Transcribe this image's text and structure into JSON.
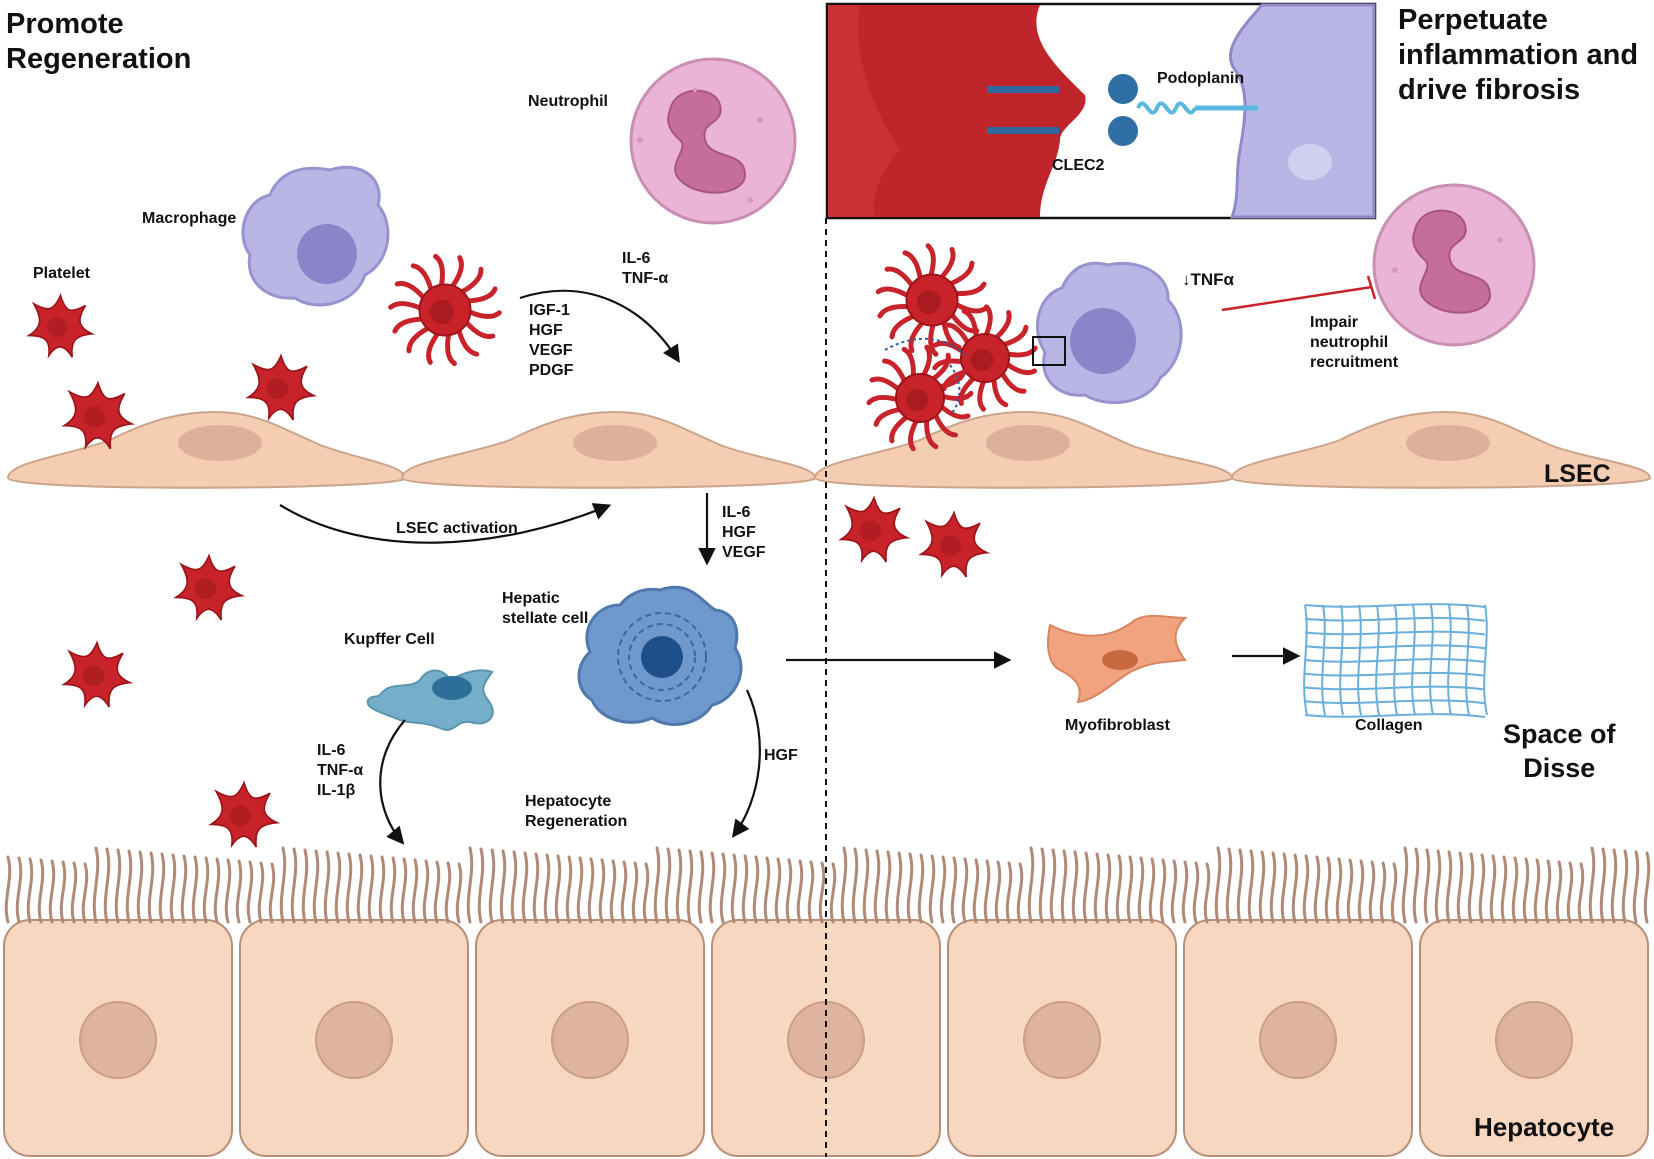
{
  "titles": {
    "left": [
      "Promote",
      "Regeneration"
    ],
    "right": [
      "Perpetuate",
      "inflammation and",
      "drive fibrosis"
    ]
  },
  "regions": {
    "lsec": "LSEC",
    "space_of_disse": [
      "Space of",
      "Disse"
    ],
    "hepatocyte": "Hepatocyte"
  },
  "cells": {
    "neutrophil": "Neutrophil",
    "macrophage": "Macrophage",
    "platelet": "Platelet",
    "kupffer": "Kupffer Cell",
    "stellate": [
      "Hepatic",
      "stellate cell"
    ],
    "myofibroblast": "Myofibroblast",
    "collagen": "Collagen"
  },
  "inset": {
    "podoplanin": "Podoplanin",
    "clec2": "CLEC2"
  },
  "signals": {
    "il6_tnfa_top": [
      "IL-6",
      "TNF-α"
    ],
    "growth_factors": [
      "IGF-1",
      "HGF",
      "VEGF",
      "PDGF"
    ],
    "lsec_activation": "LSEC activation",
    "lsec_to_stellate": [
      "IL-6",
      "HGF",
      "VEGF"
    ],
    "kupffer_cytokines": [
      "IL-6",
      "TNF-α",
      "IL-1β"
    ],
    "hgf": "HGF",
    "hepatocyte_regeneration": [
      "Hepatocyte",
      "Regeneration"
    ],
    "tnfa_down": "↓TNFα",
    "impair": [
      "Impair",
      "neutrophil",
      "recruitment"
    ]
  },
  "colors": {
    "platelet": "#c8232a",
    "macrophage": "#b9b6e6",
    "neutrophil": "#eab4d6",
    "lsec": "#f5cdb3",
    "hepatocyte": "#f8d7c1",
    "kupffer": "#74aec9",
    "stellate": "#6f98cd",
    "myofibroblast": "#f0a37e",
    "collagen": "#6aaedb"
  }
}
